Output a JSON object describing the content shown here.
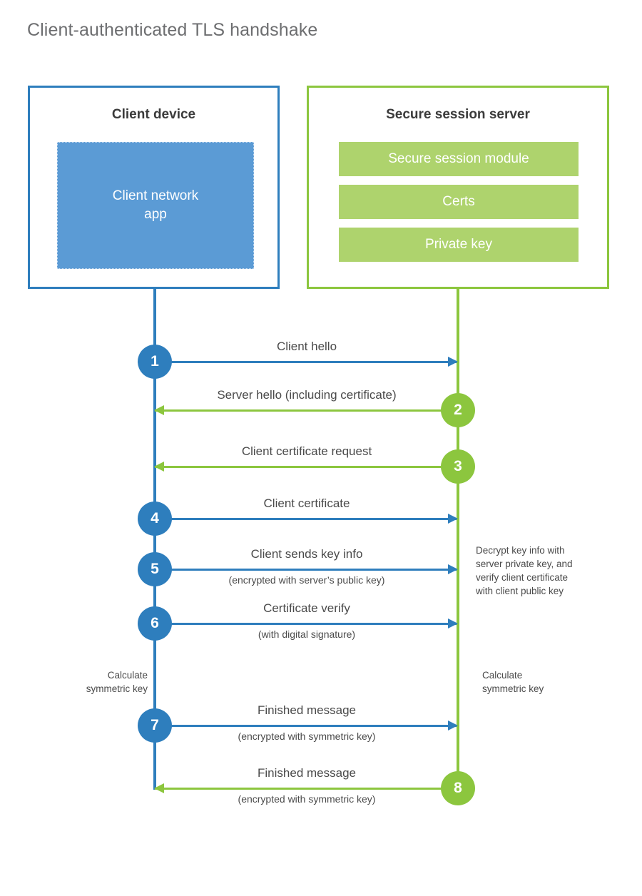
{
  "title": "Client-authenticated TLS handshake",
  "colors": {
    "client_blue": "#2e7ebd",
    "client_app_fill": "#5b9bd5",
    "server_green": "#8cc63e",
    "server_bar_fill": "#aed36d",
    "title_gray": "#6d6e70",
    "text_gray": "#4a4a4a",
    "heading_dark": "#3b3b3b",
    "background": "#ffffff"
  },
  "client": {
    "title": "Client device",
    "app_label": "Client network\napp"
  },
  "server": {
    "title": "Secure session server",
    "components": [
      "Secure session module",
      "Certs",
      "Private key"
    ]
  },
  "messages": [
    {
      "step": "1",
      "label": "Client hello",
      "sub": "",
      "direction": "client-to-server",
      "color": "blue"
    },
    {
      "step": "2",
      "label": "Server hello (including certificate)",
      "sub": "",
      "direction": "server-to-client",
      "color": "green"
    },
    {
      "step": "3",
      "label": "Client certificate request",
      "sub": "",
      "direction": "server-to-client",
      "color": "green"
    },
    {
      "step": "4",
      "label": "Client certificate",
      "sub": "",
      "direction": "client-to-server",
      "color": "blue"
    },
    {
      "step": "5",
      "label": "Client sends key info",
      "sub": "(encrypted with server’s public key)",
      "direction": "client-to-server",
      "color": "blue"
    },
    {
      "step": "6",
      "label": "Certificate verify",
      "sub": "(with digital signature)",
      "direction": "client-to-server",
      "color": "blue"
    },
    {
      "step": "7",
      "label": "Finished message",
      "sub": "(encrypted with symmetric key)",
      "direction": "client-to-server",
      "color": "blue"
    },
    {
      "step": "8",
      "label": "Finished message",
      "sub": "(encrypted with symmetric key)",
      "direction": "server-to-client",
      "color": "green"
    }
  ],
  "notes": {
    "decrypt": "Decrypt key info with\nserver private key, and\nverify client certificate\nwith client public key",
    "calculate_symmetric_key_client": "Calculate\nsymmetric key",
    "calculate_symmetric_key_server": "Calculate\nsymmetric key"
  }
}
